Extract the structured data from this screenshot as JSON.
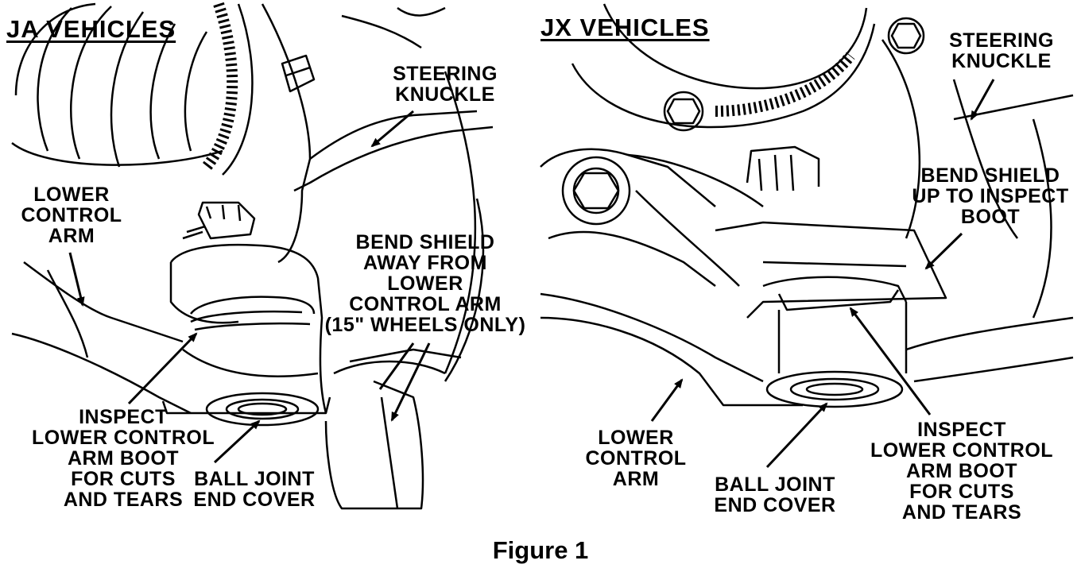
{
  "figure": {
    "caption": "Figure 1",
    "left_panel": {
      "title": "JA VEHICLES",
      "callouts": {
        "steering_knuckle": [
          "STEERING",
          "KNUCKLE"
        ],
        "lower_control_arm": [
          "LOWER",
          "CONTROL",
          "ARM"
        ],
        "bend_shield": [
          "BEND SHIELD",
          "AWAY FROM",
          "LOWER",
          "CONTROL ARM",
          "(15\" WHEELS ONLY)"
        ],
        "inspect_boot": [
          "INSPECT",
          "LOWER CONTROL",
          "ARM BOOT",
          "FOR CUTS",
          "AND TEARS"
        ],
        "ball_joint": [
          "BALL JOINT",
          "END COVER"
        ]
      }
    },
    "right_panel": {
      "title": "JX VEHICLES",
      "callouts": {
        "steering_knuckle": [
          "STEERING",
          "KNUCKLE"
        ],
        "bend_shield": [
          "BEND SHIELD",
          "UP TO INSPECT",
          "BOOT"
        ],
        "lower_control_arm": [
          "LOWER",
          "CONTROL",
          "ARM"
        ],
        "ball_joint": [
          "BALL JOINT",
          "END COVER"
        ],
        "inspect_boot": [
          "INSPECT",
          "LOWER CONTROL",
          "ARM BOOT",
          "FOR CUTS",
          "AND TEARS"
        ]
      }
    }
  }
}
